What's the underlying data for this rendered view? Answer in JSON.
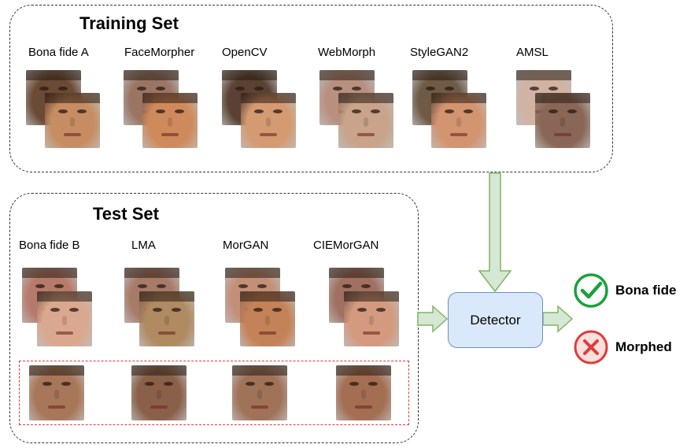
{
  "training_set": {
    "title": "Training Set",
    "columns": [
      {
        "label": "Bona fide A",
        "back_tone": "#6b4a36",
        "front_tone": "#c68d62"
      },
      {
        "label": "FaceMorpher",
        "back_tone": "#9a7564",
        "front_tone": "#cf8a5c"
      },
      {
        "label": "OpenCV",
        "back_tone": "#5a4133",
        "front_tone": "#d49a72"
      },
      {
        "label": "WebMorph",
        "back_tone": "#b89080",
        "front_tone": "#c9a38a"
      },
      {
        "label": "StyleGAN2",
        "back_tone": "#6e5a45",
        "front_tone": "#d39470"
      },
      {
        "label": "AMSL",
        "back_tone": "#d2b2a2",
        "front_tone": "#8a6656"
      }
    ]
  },
  "test_set": {
    "title": "Test Set",
    "columns": [
      {
        "label": "Bona fide B",
        "back_tone": "#b57a6a",
        "front_tone": "#d9a88e",
        "bottom_tone": "#a87658"
      },
      {
        "label": "LMA",
        "back_tone": "#a87a68",
        "front_tone": "#b08a60",
        "bottom_tone": "#8a6048"
      },
      {
        "label": "MorGAN",
        "back_tone": "#c29078",
        "front_tone": "#c48258",
        "bottom_tone": "#a07258"
      },
      {
        "label": "CIEMorGAN",
        "back_tone": "#a07060",
        "front_tone": "#d39a80",
        "bottom_tone": "#a46e52"
      }
    ]
  },
  "detector": {
    "label": "Detector"
  },
  "outcomes": {
    "bona_fide": {
      "label": "Bona fide",
      "color": "#1aa23a"
    },
    "morphed": {
      "label": "Morphed",
      "color": "#e03a3a"
    }
  },
  "colors": {
    "arrow_fill": "#d5e8d4",
    "arrow_stroke": "#82b366",
    "detector_fill": "#dae8fc",
    "detector_stroke": "#6c8ebf",
    "dashed_red": "#e0393e"
  }
}
